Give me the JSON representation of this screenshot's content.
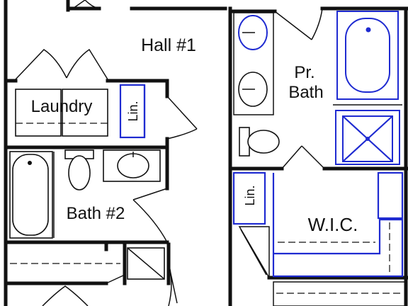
{
  "plan": {
    "rooms": {
      "hall": "Hall #1",
      "pr_bath_line1": "Pr.",
      "pr_bath_line2": "Bath",
      "laundry": "Laundry",
      "lin_laundry": "Lin.",
      "bath2": "Bath #2",
      "lin_master": "Lin.",
      "wic": "W.I.C."
    },
    "colors": {
      "walls": "#111111",
      "master_fixtures": "#1f2bd1"
    }
  }
}
